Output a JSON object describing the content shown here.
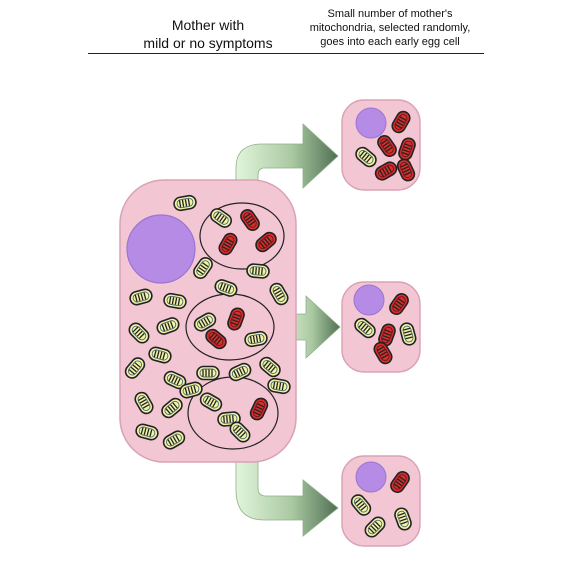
{
  "header": {
    "mother_label": "Mother with\nmild or no symptoms",
    "egg_label": "Small number of mother's\nmitochondria, selected randomly,\ngoes into each early egg cell"
  },
  "colors": {
    "cell_fill": "#f3c6d4",
    "cell_stroke": "#d9a2b5",
    "nucleus": "#b58be6",
    "mito_normal": "#f3f3a8",
    "mito_mutant": "#cc2222",
    "arrow_light": "#d8f0d0",
    "arrow_dark": "#4f6f52"
  },
  "icons": [
    "mother-cell",
    "egg-cell",
    "nucleus",
    "mitochondrion-normal",
    "mitochondrion-mutant",
    "arrow-right"
  ]
}
